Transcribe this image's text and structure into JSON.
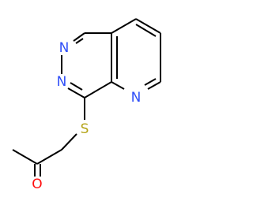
{
  "molecule": {
    "atoms": {
      "n_diaza_top": {
        "symbol": "N",
        "color": "#3050F8"
      },
      "n_diaza_bottom": {
        "symbol": "N",
        "color": "#3050F8"
      },
      "n_pyridine": {
        "symbol": "N",
        "color": "#3050F8"
      },
      "s_thioether": {
        "symbol": "S",
        "color": "#B5A418"
      },
      "o_carbonyl": {
        "symbol": "O",
        "color": "#FF0D0D"
      }
    },
    "bond_color": "#000000"
  }
}
